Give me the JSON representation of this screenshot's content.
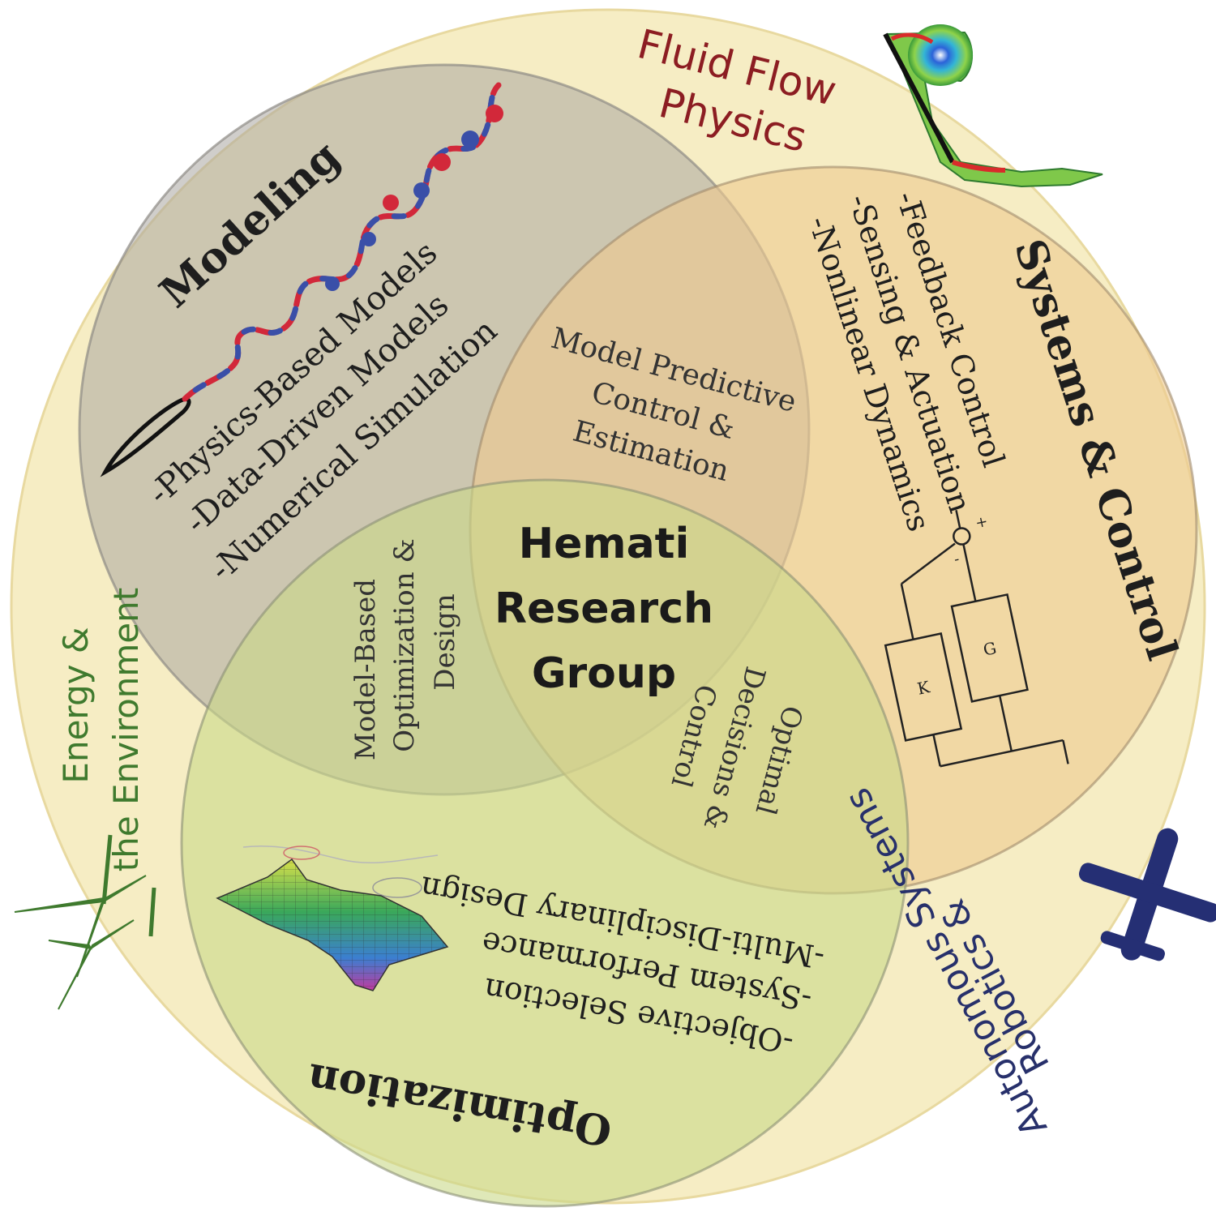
{
  "outer_labels": {
    "fluid_flow_line1": "Fluid Flow",
    "fluid_flow_line2": "Physics",
    "energy_line1": "Energy &",
    "energy_line2": "the Environment",
    "robotics_line1": "Robotics &",
    "robotics_line2": "Autonomous Systems"
  },
  "modeling": {
    "title": "Modeling",
    "items": [
      "-Physics-Based Models",
      "-Data-Driven Models",
      "-Numerical Simulation"
    ]
  },
  "systems": {
    "title": "Systems & Control",
    "items": [
      "-Feedback Control",
      "-Sensing & Actuation",
      "-Nonlinear Dynamics"
    ],
    "block_k": "K",
    "block_g": "G",
    "plus": "+",
    "minus": "-"
  },
  "optimization": {
    "title": "Optimization",
    "items": [
      "-Objective Selection",
      "-System Performance",
      "-Multi-Disciplinary Design"
    ]
  },
  "overlaps": {
    "mpc": [
      "Model Predictive",
      "Control &",
      "Estimation"
    ],
    "mbo": [
      "Model-Based",
      "Optimization &",
      "Design"
    ],
    "odc": [
      "Optimal",
      "Decisions &",
      "Control"
    ]
  },
  "center": [
    "Hemati",
    "Research",
    "Group"
  ],
  "colors": {
    "outer_fill": "#f6edc4",
    "modeling_fill": "#a9a6a1",
    "systems_fill": "#efc98f",
    "optimization_fill": "#c9d889",
    "fluid_text": "#8c1d22",
    "energy_text": "#3f7a2e",
    "robotics_text": "#27306b",
    "body_text": "#2b2b2b"
  }
}
